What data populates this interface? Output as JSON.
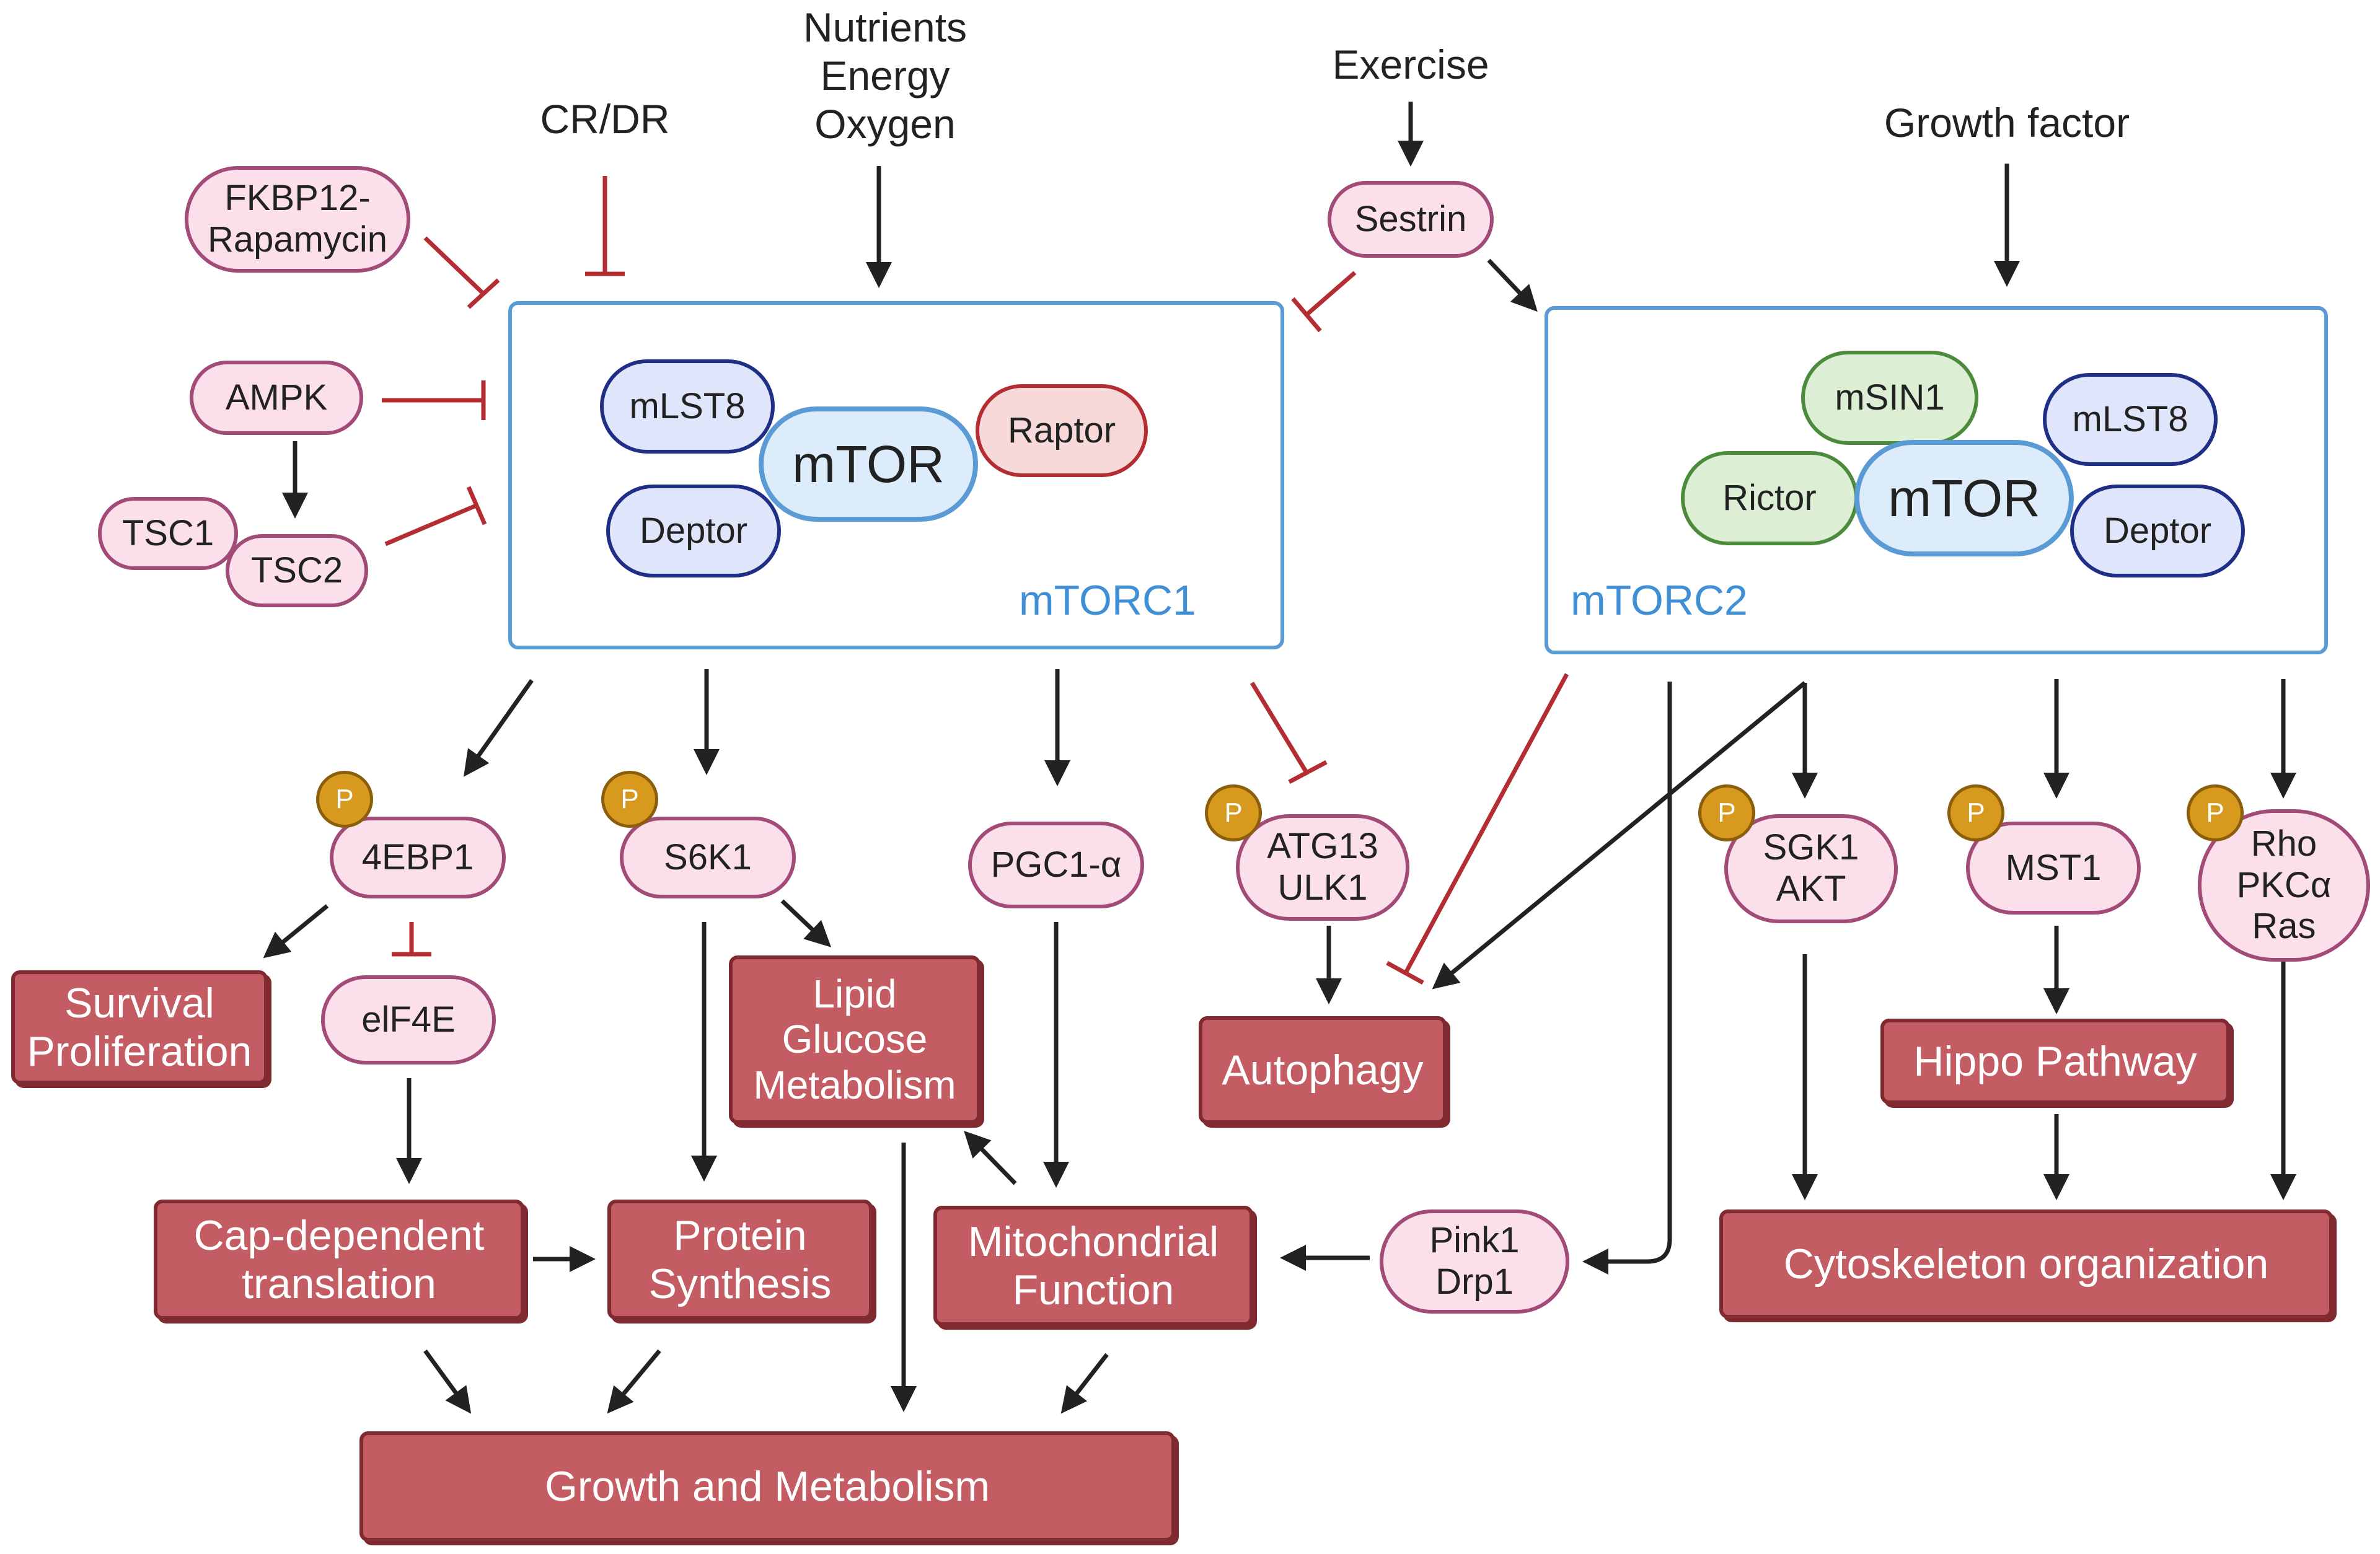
{
  "inputs": {
    "cr_dr": "CR/DR",
    "nutrients": "Nutrients\nEnergy\nOxygen",
    "exercise": "Exercise",
    "growth_factor": "Growth factor"
  },
  "inhibitors": {
    "fkbp12": "FKBP12-\nRapamycin",
    "ampk": "AMPK",
    "tsc1": "TSC1",
    "tsc2": "TSC2",
    "sestrin": "Sestrin"
  },
  "mtorc1": {
    "name": "mTORC1",
    "mtor": "mTOR",
    "mlst8": "mLST8",
    "deptor": "Deptor",
    "raptor": "Raptor"
  },
  "mtorc2": {
    "name": "mTORC2",
    "mtor": "mTOR",
    "msin1": "mSIN1",
    "mlst8": "mLST8",
    "rictor": "Rictor",
    "deptor": "Deptor"
  },
  "effectors": {
    "phospho": "P",
    "ebp1": "4EBP1",
    "s6k1": "S6K1",
    "pgc1a": "PGC1-α",
    "atg13": "ATG13\nULK1",
    "sgk1": "SGK1\nAKT",
    "mst1": "MST1",
    "rho": "Rho\nPKCα\nRas",
    "eif4e": "elF4E",
    "pink1": "Pink1\nDrp1"
  },
  "outcomes": {
    "survival": "Survival\nProliferation",
    "lipid": "Lipid\nGlucose\nMetabolism",
    "autophagy": "Autophagy",
    "hippo": "Hippo Pathway",
    "cap": "Cap-dependent\ntranslation",
    "protein": "Protein\nSynthesis",
    "mito": "Mitochondrial\nFunction",
    "cyto": "Cytoskeleton organization",
    "growth": "Growth and Metabolism"
  },
  "colors": {
    "activation": "#222222",
    "inhibition": "#b32d33",
    "complex_border": "#5b9bd5",
    "outcome_fill": "#c45d63",
    "phospho": "#d79a1e"
  }
}
